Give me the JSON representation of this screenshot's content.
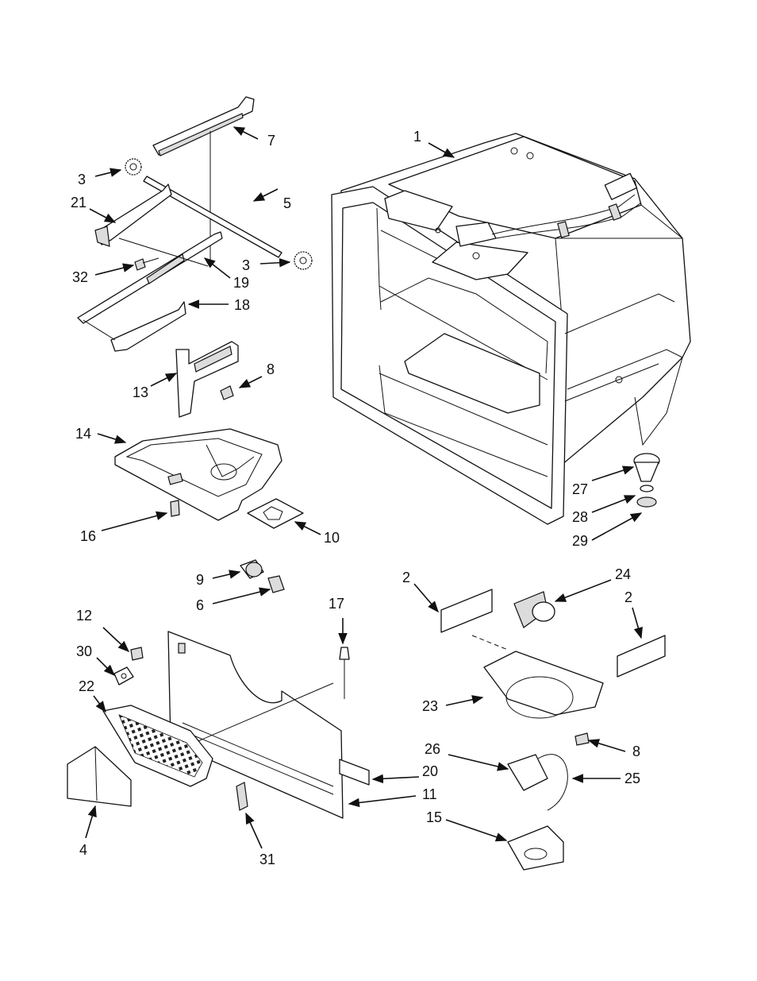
{
  "callouts": [
    {
      "key": "c1",
      "text": "1"
    },
    {
      "key": "c2a",
      "text": "2"
    },
    {
      "key": "c2b",
      "text": "2"
    },
    {
      "key": "c3a",
      "text": "3"
    },
    {
      "key": "c3b",
      "text": "3"
    },
    {
      "key": "c4",
      "text": "4"
    },
    {
      "key": "c5",
      "text": "5"
    },
    {
      "key": "c6",
      "text": "6"
    },
    {
      "key": "c7",
      "text": "7"
    },
    {
      "key": "c8a",
      "text": "8"
    },
    {
      "key": "c8b",
      "text": "8"
    },
    {
      "key": "c9",
      "text": "9"
    },
    {
      "key": "c10",
      "text": "10"
    },
    {
      "key": "c11",
      "text": "11"
    },
    {
      "key": "c12",
      "text": "12"
    },
    {
      "key": "c13",
      "text": "13"
    },
    {
      "key": "c14",
      "text": "14"
    },
    {
      "key": "c15",
      "text": "15"
    },
    {
      "key": "c16",
      "text": "16"
    },
    {
      "key": "c17",
      "text": "17"
    },
    {
      "key": "c18",
      "text": "18"
    },
    {
      "key": "c19",
      "text": "19"
    },
    {
      "key": "c20",
      "text": "20"
    },
    {
      "key": "c21",
      "text": "21"
    },
    {
      "key": "c22",
      "text": "22"
    },
    {
      "key": "c23",
      "text": "23"
    },
    {
      "key": "c24",
      "text": "24"
    },
    {
      "key": "c25",
      "text": "25"
    },
    {
      "key": "c26",
      "text": "26"
    },
    {
      "key": "c27",
      "text": "27"
    },
    {
      "key": "c28",
      "text": "28"
    },
    {
      "key": "c29",
      "text": "29"
    },
    {
      "key": "c30",
      "text": "30"
    },
    {
      "key": "c31",
      "text": "31"
    },
    {
      "key": "c32",
      "text": "32"
    }
  ]
}
